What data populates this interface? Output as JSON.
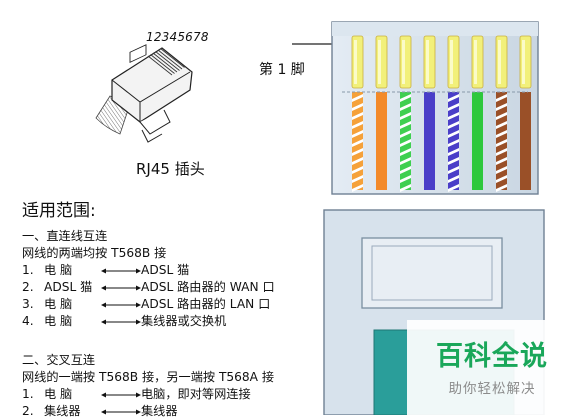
{
  "plug": {
    "numbers": "12345678",
    "caption": "RJ45 插头"
  },
  "pin_label": "第 1 脚",
  "wires": [
    {
      "base": "#f5a13a",
      "stripe": "#ffffff"
    },
    {
      "base": "#f38a2a",
      "stripe": null
    },
    {
      "base": "#3fcf50",
      "stripe": "#ffffff"
    },
    {
      "base": "#4a3ec8",
      "stripe": null
    },
    {
      "base": "#4a3ec8",
      "stripe": "#ffffff"
    },
    {
      "base": "#2ec83c",
      "stripe": null
    },
    {
      "base": "#9a5028",
      "stripe": "#ffffff"
    },
    {
      "base": "#9a5028",
      "stripe": null
    }
  ],
  "content": {
    "title": "适用范围:",
    "s1_heading": "一、直连线互连",
    "s1_sub": "网线的两端均按 T568B 接",
    "s1_items": [
      {
        "num": "1.",
        "a": "电  脑",
        "b": "ADSL 猫"
      },
      {
        "num": "2.",
        "a": "ADSL 猫",
        "b": "ADSL 路由器的 WAN 口"
      },
      {
        "num": "3.",
        "a": "电  脑",
        "b": "ADSL 路由器的 LAN 口"
      },
      {
        "num": "4.",
        "a": "电  脑",
        "b": "集线器或交换机"
      }
    ],
    "s2_heading": "二、交叉互连",
    "s2_sub": "网线的一端按 T568B 接，另一端按 T568A 接",
    "s2_items": [
      {
        "num": "1.",
        "a": "电  脑",
        "b": "电脑，即对等网连接"
      },
      {
        "num": "2.",
        "a": "集线器",
        "b": "集线器"
      }
    ]
  },
  "watermark": {
    "title": "百科全说",
    "subtitle": "助你轻松解决"
  }
}
